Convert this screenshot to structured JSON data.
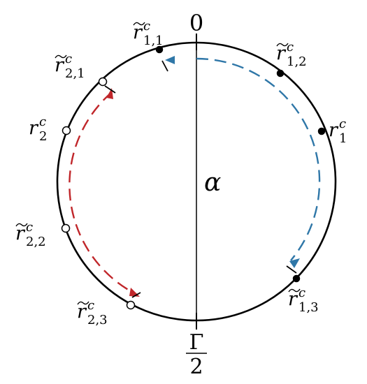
{
  "diagram": {
    "top_label": "0",
    "center_label": "α",
    "bottom_label": {
      "numerator": "Γ",
      "denominator": "2"
    },
    "points": [
      {
        "id": "r11",
        "base": "r",
        "tilde": true,
        "sup": "c",
        "sub": "1,1",
        "marker": "filled"
      },
      {
        "id": "r12",
        "base": "r",
        "tilde": true,
        "sup": "c",
        "sub": "1,2",
        "marker": "filled"
      },
      {
        "id": "r1",
        "base": "r",
        "tilde": false,
        "sup": "c",
        "sub": "1",
        "marker": "filled"
      },
      {
        "id": "r13",
        "base": "r",
        "tilde": true,
        "sup": "c",
        "sub": "1,3",
        "marker": "filled"
      },
      {
        "id": "r21",
        "base": "r",
        "tilde": true,
        "sup": "c",
        "sub": "2,1",
        "marker": "open"
      },
      {
        "id": "r2",
        "base": "r",
        "tilde": false,
        "sup": "c",
        "sub": "2",
        "marker": "open"
      },
      {
        "id": "r22",
        "base": "r",
        "tilde": true,
        "sup": "c",
        "sub": "2,2",
        "marker": "open"
      },
      {
        "id": "r23",
        "base": "r",
        "tilde": true,
        "sup": "c",
        "sub": "2,3",
        "marker": "open"
      }
    ],
    "colors": {
      "blue_arc": "#2f77a8",
      "red_arc": "#c0262a",
      "line": "#000000"
    }
  }
}
